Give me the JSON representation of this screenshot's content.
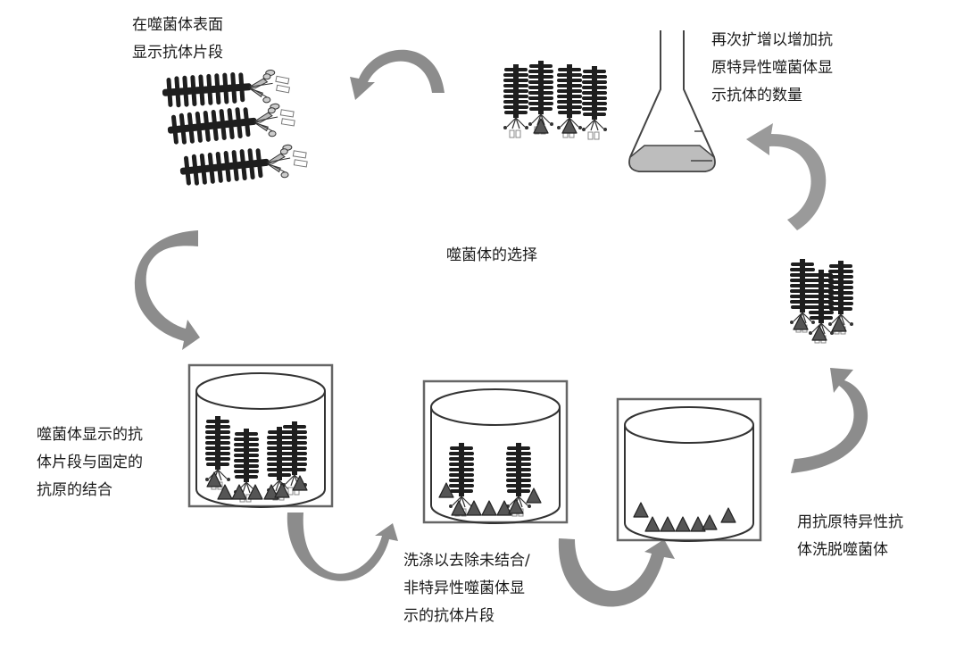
{
  "title": "噬菌体的选择",
  "steps": {
    "display": {
      "lines": [
        "在噬菌体表面",
        "显示抗体片段"
      ]
    },
    "amplify": {
      "lines": [
        "再次扩增以增加抗",
        "原特异性噬菌体显",
        "示抗体的数量"
      ]
    },
    "binding": {
      "lines": [
        "噬菌体显示的抗",
        "体片段与固定的",
        "抗原的结合"
      ]
    },
    "wash": {
      "lines": [
        "洗涤以去除未结合/",
        "非特异性噬菌体显",
        "示的抗体片段"
      ]
    },
    "elute": {
      "lines": [
        "用抗原特异性抗",
        "体洗脱噬菌体"
      ]
    }
  },
  "colors": {
    "arrow": "#8c8c8c",
    "arrow_light": "#a9a9a9",
    "phage": "#1e1e1e",
    "antigen": "#555555",
    "flask_liquid": "#bdbdbd",
    "frame": "#666666"
  }
}
